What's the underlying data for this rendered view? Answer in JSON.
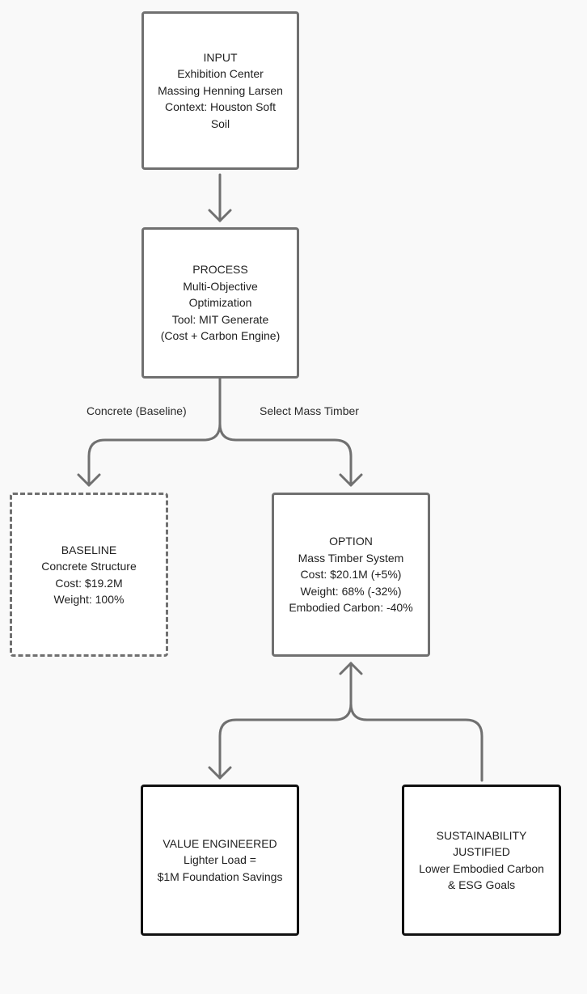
{
  "nodes": {
    "input": {
      "lines": [
        "INPUT",
        "Exhibition Center",
        "Massing Henning Larsen",
        "Context: Houston Soft",
        "Soil"
      ]
    },
    "process": {
      "lines": [
        "PROCESS",
        "Multi-Objective",
        "Optimization",
        "Tool: MIT Generate",
        "(Cost + Carbon Engine)"
      ]
    },
    "baseline": {
      "lines": [
        "BASELINE",
        "Concrete Structure",
        "Cost: $19.2M",
        "Weight: 100%"
      ]
    },
    "option": {
      "lines": [
        "OPTION",
        "Mass Timber System",
        "Cost: $20.1M (+5%)",
        "Weight: 68% (-32%)",
        "Embodied Carbon: -40%"
      ]
    },
    "value_engineered": {
      "lines": [
        "VALUE ENGINEERED",
        "Lighter Load =",
        "$1M Foundation Savings"
      ]
    },
    "sustainability": {
      "lines": [
        "SUSTAINABILITY",
        "JUSTIFIED",
        "Lower Embodied Carbon",
        "& ESG Goals"
      ]
    }
  },
  "edge_labels": {
    "concrete_baseline": "Concrete (Baseline)",
    "select_mass_timber": "Select Mass Timber"
  },
  "colors": {
    "connector": "#707070",
    "box_border_gray": "#707070",
    "box_border_black": "#111111",
    "background": "#f9f9f9"
  }
}
